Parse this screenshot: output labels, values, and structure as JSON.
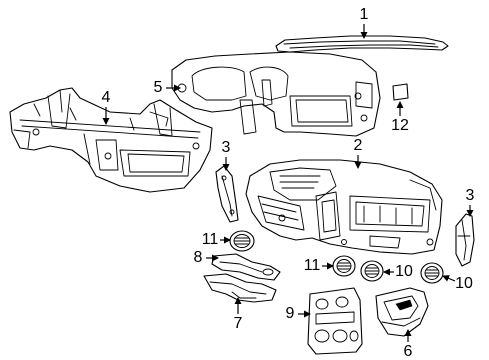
{
  "callouts": [
    {
      "id": "c1",
      "label": "1"
    },
    {
      "id": "c2",
      "label": "2"
    },
    {
      "id": "c3a",
      "label": "3"
    },
    {
      "id": "c3b",
      "label": "3"
    },
    {
      "id": "c4",
      "label": "4"
    },
    {
      "id": "c5",
      "label": "5"
    },
    {
      "id": "c6",
      "label": "6"
    },
    {
      "id": "c7",
      "label": "7"
    },
    {
      "id": "c8",
      "label": "8"
    },
    {
      "id": "c9",
      "label": "9"
    },
    {
      "id": "c10a",
      "label": "10"
    },
    {
      "id": "c10b",
      "label": "10"
    },
    {
      "id": "c11a",
      "label": "11"
    },
    {
      "id": "c11b",
      "label": "11"
    },
    {
      "id": "c12",
      "label": "12"
    }
  ]
}
